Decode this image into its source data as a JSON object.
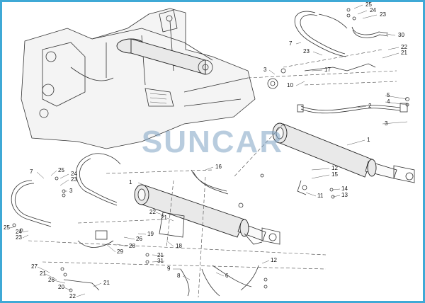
{
  "watermark": "SUNCAR",
  "colors": {
    "border": "#3fa9d6",
    "watermark": "#7fa3c4",
    "line": "#333333"
  },
  "callouts": {
    "c25a": "25",
    "c24a": "24",
    "c23a": "23",
    "c30": "30",
    "c7a": "7",
    "c23b": "23",
    "c22a": "22",
    "c21a": "21",
    "c17": "17",
    "c3a": "3",
    "c10": "10",
    "c5": "5",
    "c4": "4",
    "c2": "2",
    "c3b": "3",
    "c1a": "1",
    "c12a": "12",
    "c15": "15",
    "c11": "11",
    "c14": "14",
    "c13": "13",
    "c16": "16",
    "c1b": "1",
    "c7b": "7",
    "c25b": "25",
    "c24b": "24",
    "c23c": "23",
    "c3c": "3",
    "c25c": "25",
    "c24c": "24",
    "c23d": "23",
    "c22b": "22",
    "c21b": "21",
    "c19": "19",
    "c26": "26",
    "c28": "28",
    "c29": "29",
    "c18": "18",
    "c21c": "21",
    "c31": "31",
    "c9": "9",
    "c8": "8",
    "c6": "6",
    "c12b": "12",
    "c27": "27",
    "c21d": "21",
    "c26b": "26",
    "c20": "20",
    "c21e": "21",
    "c22c": "22"
  }
}
